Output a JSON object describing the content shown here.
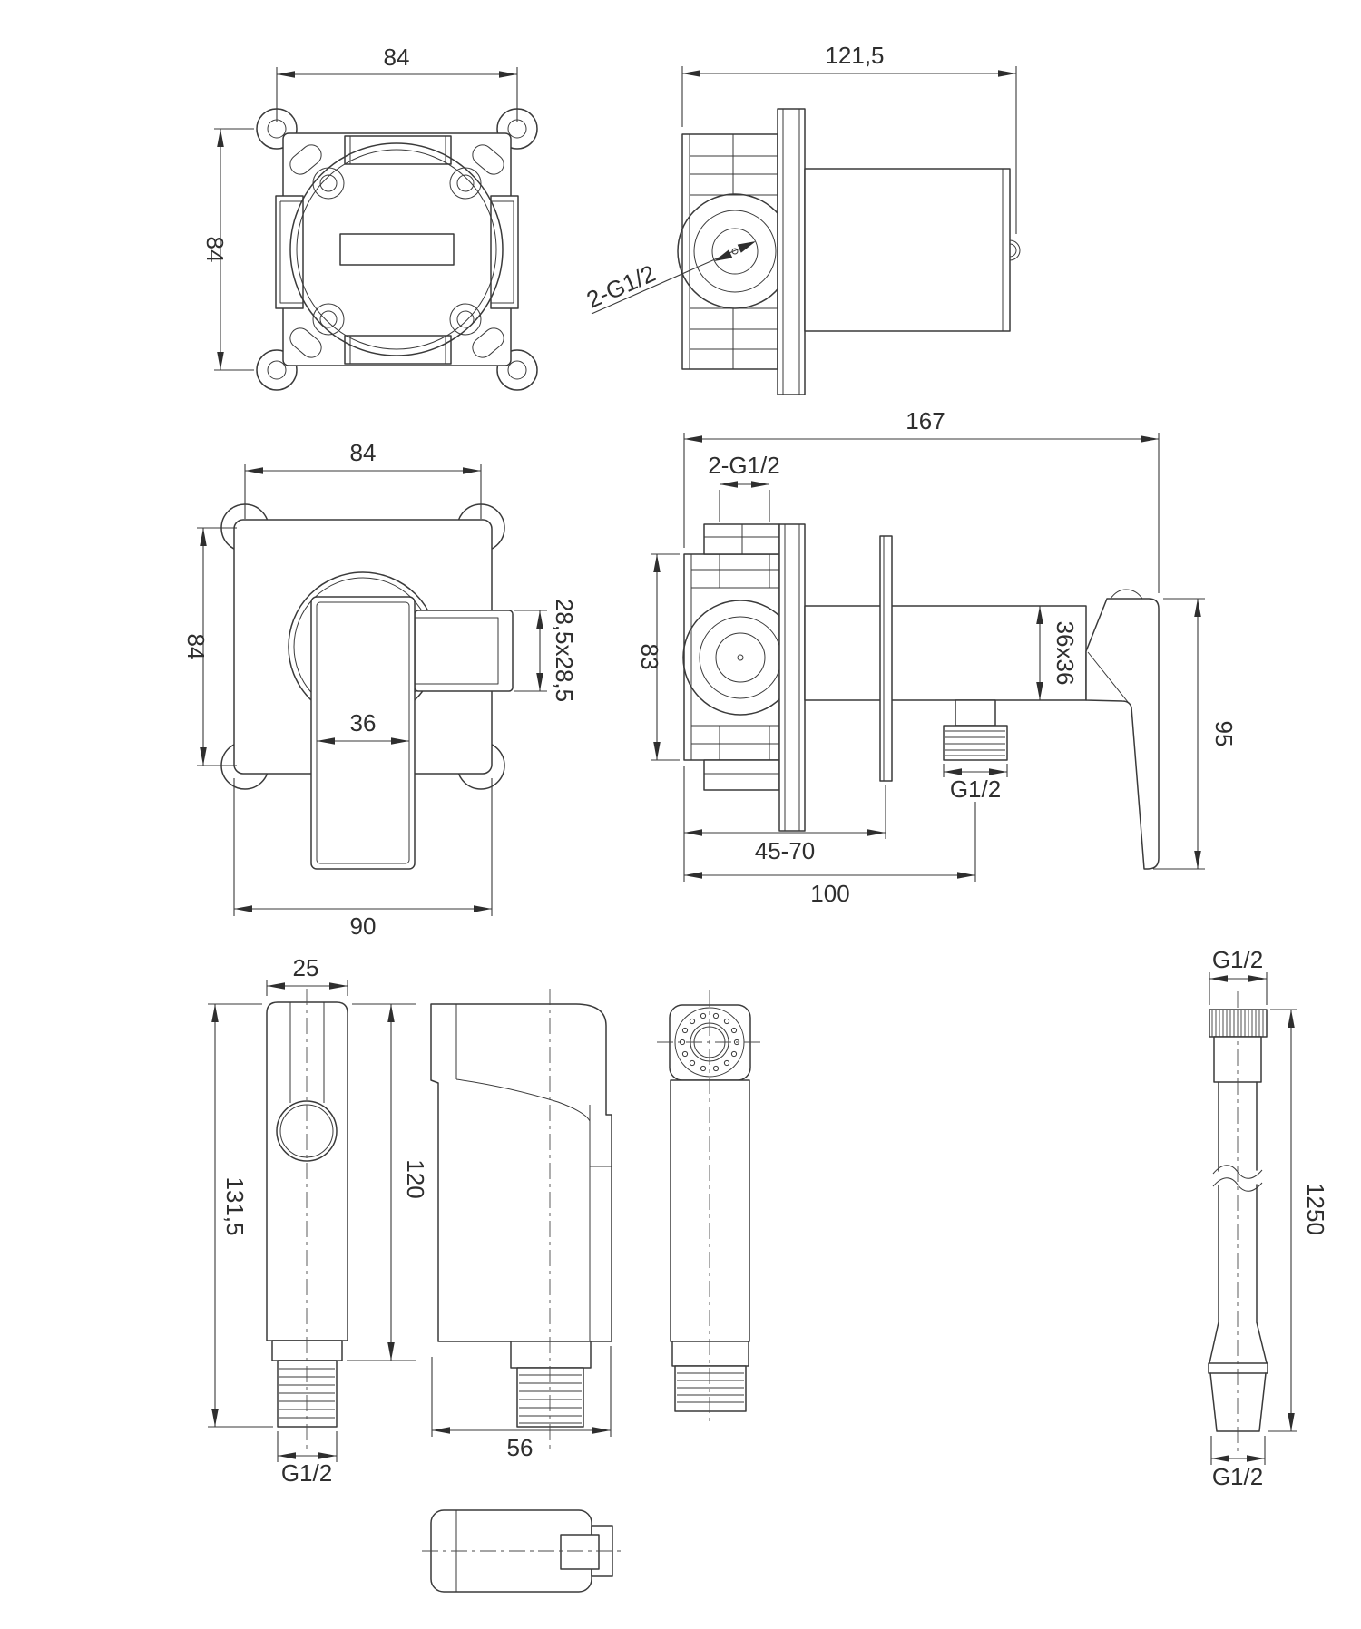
{
  "drawing": {
    "type": "installation technical drawing, concealed bidet shower set",
    "ink_color": "#3a3a3a",
    "background_color": "#ffffff"
  },
  "labels": {
    "box_front": {
      "width": "84",
      "height": "84"
    },
    "box_side": {
      "depth": "121,5",
      "thread": "2-G1/2"
    },
    "mixer_front": {
      "width": "84",
      "height": "84",
      "lever_width": "36",
      "width_overall": "90",
      "spout": "28,5x28,5"
    },
    "mixer_side": {
      "depth_overall": "167",
      "inlet_thread": "2-G1/2",
      "height": "83",
      "body": "36x36",
      "outlet_thread": "G1/2",
      "recess_depth": "45-70",
      "depth": "100",
      "lever_height": "95"
    },
    "shower_front": {
      "width": "25",
      "length_total": "131,5",
      "length_body": "120",
      "thread": "G1/2"
    },
    "shower_side": {
      "depth": "56"
    },
    "hose": {
      "thread_top": "G1/2",
      "length": "1250",
      "thread_bottom": "G1/2"
    }
  }
}
